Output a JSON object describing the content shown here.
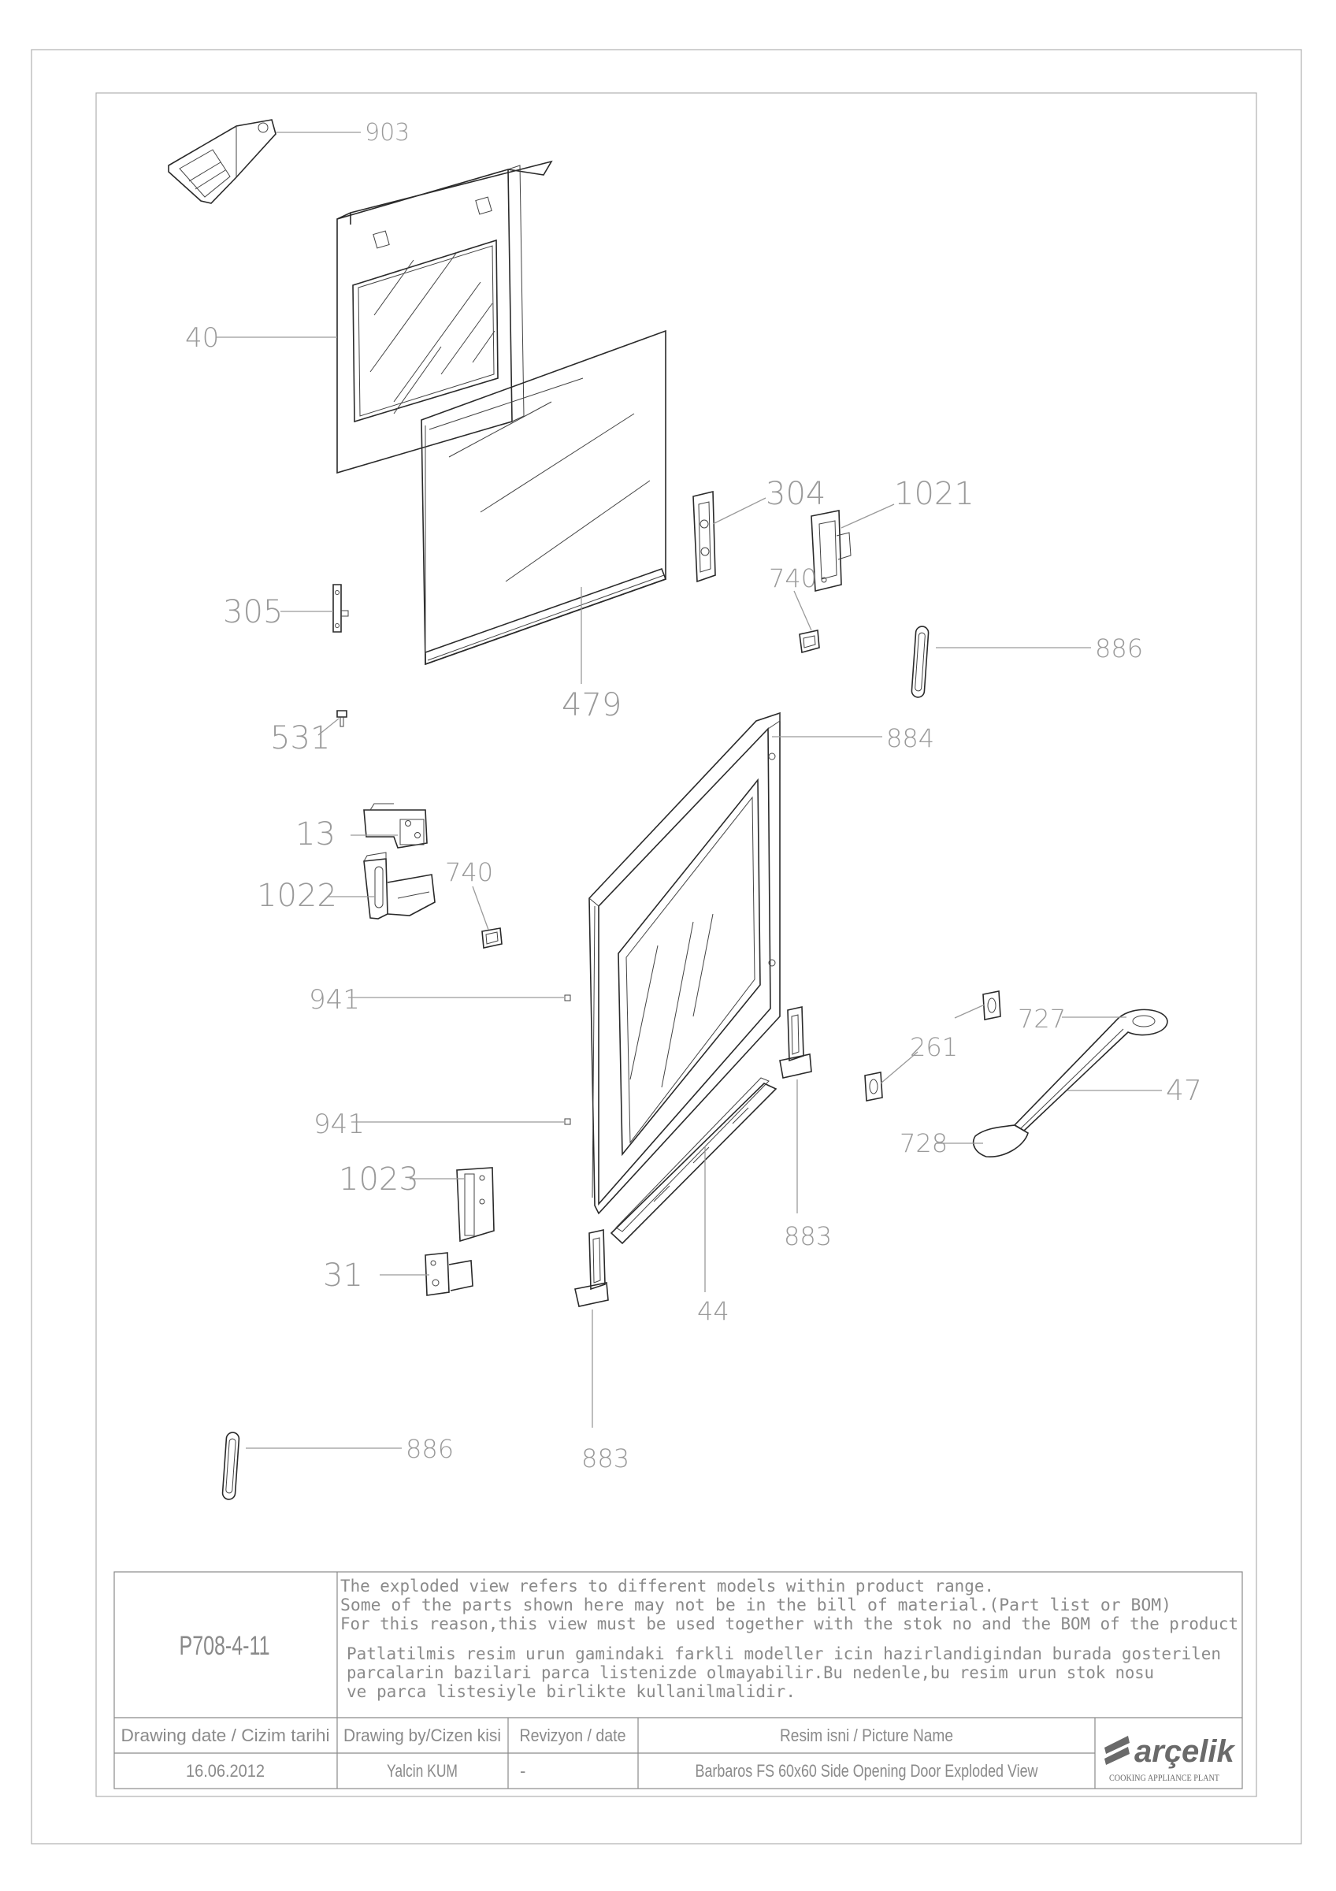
{
  "callouts": [
    {
      "id": "903",
      "text": "903"
    },
    {
      "id": "40",
      "text": "40"
    },
    {
      "id": "304",
      "text": "304"
    },
    {
      "id": "1021",
      "text": "1021"
    },
    {
      "id": "740a",
      "text": "740"
    },
    {
      "id": "305",
      "text": "305"
    },
    {
      "id": "479",
      "text": "479"
    },
    {
      "id": "886a",
      "text": "886"
    },
    {
      "id": "531",
      "text": "531"
    },
    {
      "id": "884",
      "text": "884"
    },
    {
      "id": "13",
      "text": "13"
    },
    {
      "id": "1022",
      "text": "1022"
    },
    {
      "id": "740b",
      "text": "740"
    },
    {
      "id": "941a",
      "text": "941"
    },
    {
      "id": "727",
      "text": "727"
    },
    {
      "id": "261",
      "text": "261"
    },
    {
      "id": "47",
      "text": "47"
    },
    {
      "id": "941b",
      "text": "941"
    },
    {
      "id": "728",
      "text": "728"
    },
    {
      "id": "1023",
      "text": "1023"
    },
    {
      "id": "883a",
      "text": "883"
    },
    {
      "id": "31",
      "text": "31"
    },
    {
      "id": "44",
      "text": "44"
    },
    {
      "id": "886b",
      "text": "886"
    },
    {
      "id": "883b",
      "text": "883"
    }
  ],
  "title_block": {
    "drawing_no": "P708-4-11",
    "note_en": [
      "The exploded view refers to different models within product range.",
      "Some of the parts shown here may not be in the bill of material.(Part list or BOM)",
      "For this reason,this view must be used together with the stok no and the BOM of the product"
    ],
    "note_tr": [
      "Patlatilmis resim urun gamindaki farkli modeller icin hazirlandigindan burada gosterilen",
      "parcalarin bazilari parca listenizde olmayabilir.Bu nedenle,bu resim urun stok nosu",
      "ve parca listesiyle birlikte kullanilmalidir."
    ],
    "headers": {
      "date": "Drawing date / Cizim tarihi",
      "by": "Drawing by/Cizen kisi",
      "rev": "Revizyon / date",
      "name": "Resim isni / Picture Name"
    },
    "values": {
      "date": "16.06.2012",
      "by": "Yalcin KUM",
      "rev": "-",
      "name": "Barbaros FS 60x60 Side Opening Door Exploded View"
    },
    "logo_text": "arçelik",
    "logo_sub": "COOKING APPLIANCE PLANT"
  }
}
